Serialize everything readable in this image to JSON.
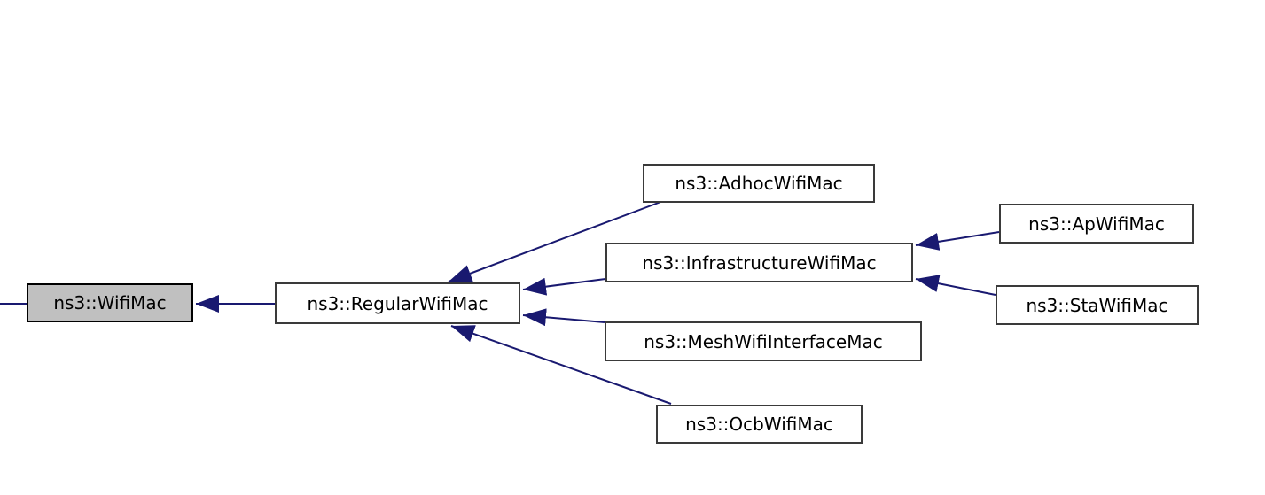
{
  "diagram": {
    "kind": "class-inheritance-graph",
    "background_color": "#ffffff",
    "edge_color": "#191970",
    "node_fill": "#ffffff",
    "node_border_color": "#3a3a3a",
    "highlighted_node_fill": "#c0c0c0",
    "highlighted_node_border_color": "#000000",
    "text_color": "#000000"
  },
  "nodes": [
    {
      "id": "wifimac",
      "label": "ns3::WifiMac",
      "highlighted": true
    },
    {
      "id": "regularwifimac",
      "label": "ns3::RegularWifiMac",
      "highlighted": false
    },
    {
      "id": "adhocwifimac",
      "label": "ns3::AdhocWifiMac",
      "highlighted": false
    },
    {
      "id": "infrastructurewifimac",
      "label": "ns3::InfrastructureWifiMac",
      "highlighted": false
    },
    {
      "id": "meshwifiinterfacemac",
      "label": "ns3::MeshWifiInterfaceMac",
      "highlighted": false
    },
    {
      "id": "ocbwifimac",
      "label": "ns3::OcbWifiMac",
      "highlighted": false
    },
    {
      "id": "apwifimac",
      "label": "ns3::ApWifiMac",
      "highlighted": false
    },
    {
      "id": "stawifimac",
      "label": "ns3::StaWifiMac",
      "highlighted": false
    }
  ],
  "edges": [
    {
      "derived": "ns3::WifiMac",
      "base": "(off-screen, left)"
    },
    {
      "derived": "ns3::RegularWifiMac",
      "base": "ns3::WifiMac"
    },
    {
      "derived": "ns3::AdhocWifiMac",
      "base": "ns3::RegularWifiMac"
    },
    {
      "derived": "ns3::InfrastructureWifiMac",
      "base": "ns3::RegularWifiMac"
    },
    {
      "derived": "ns3::MeshWifiInterfaceMac",
      "base": "ns3::RegularWifiMac"
    },
    {
      "derived": "ns3::OcbWifiMac",
      "base": "ns3::RegularWifiMac"
    },
    {
      "derived": "ns3::ApWifiMac",
      "base": "ns3::InfrastructureWifiMac"
    },
    {
      "derived": "ns3::StaWifiMac",
      "base": "ns3::InfrastructureWifiMac"
    }
  ]
}
